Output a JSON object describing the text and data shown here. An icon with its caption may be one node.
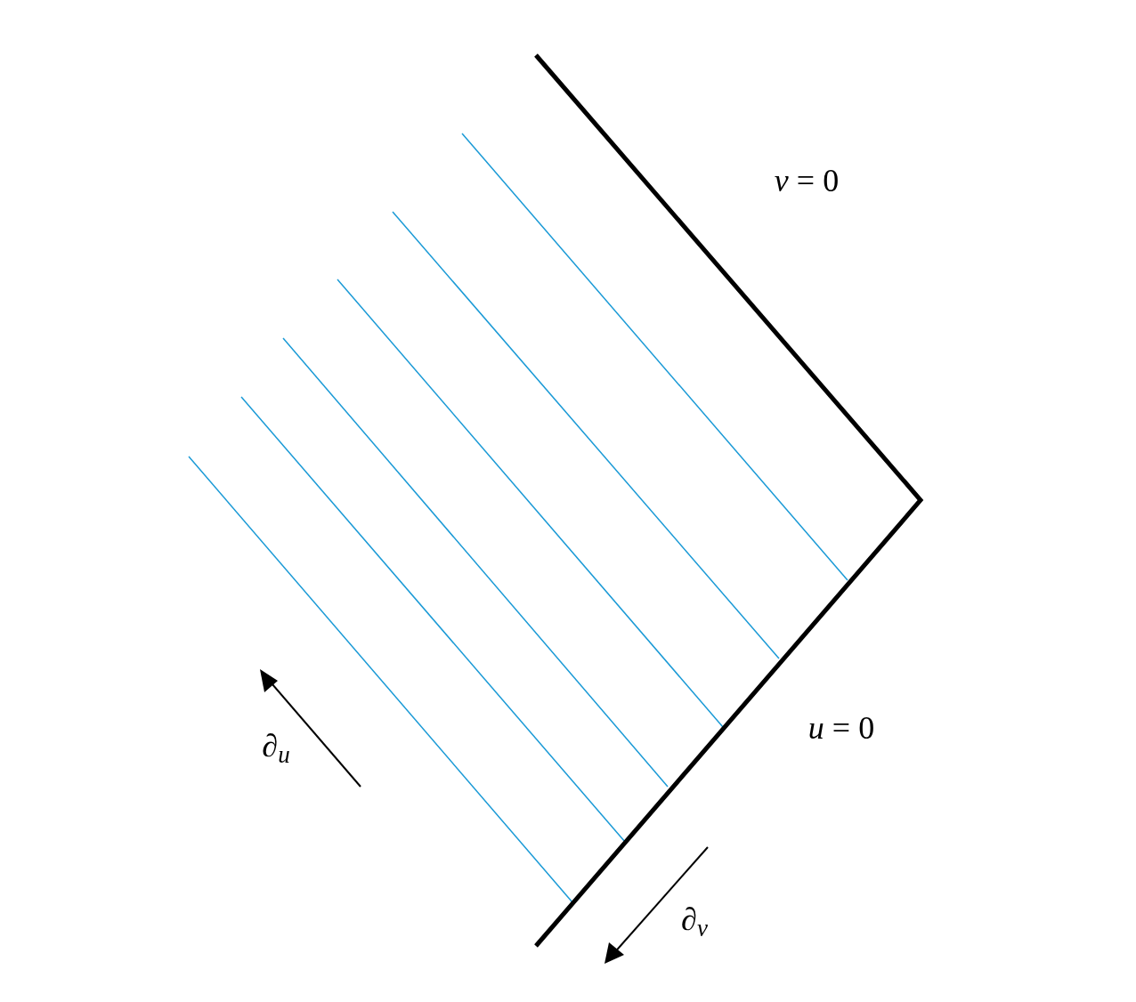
{
  "diagram": {
    "labels": [
      "*v* = 0",
      "*u* = 0",
      "∂$_{u}$",
      "∂$_{v}$"
    ]
  }
}
